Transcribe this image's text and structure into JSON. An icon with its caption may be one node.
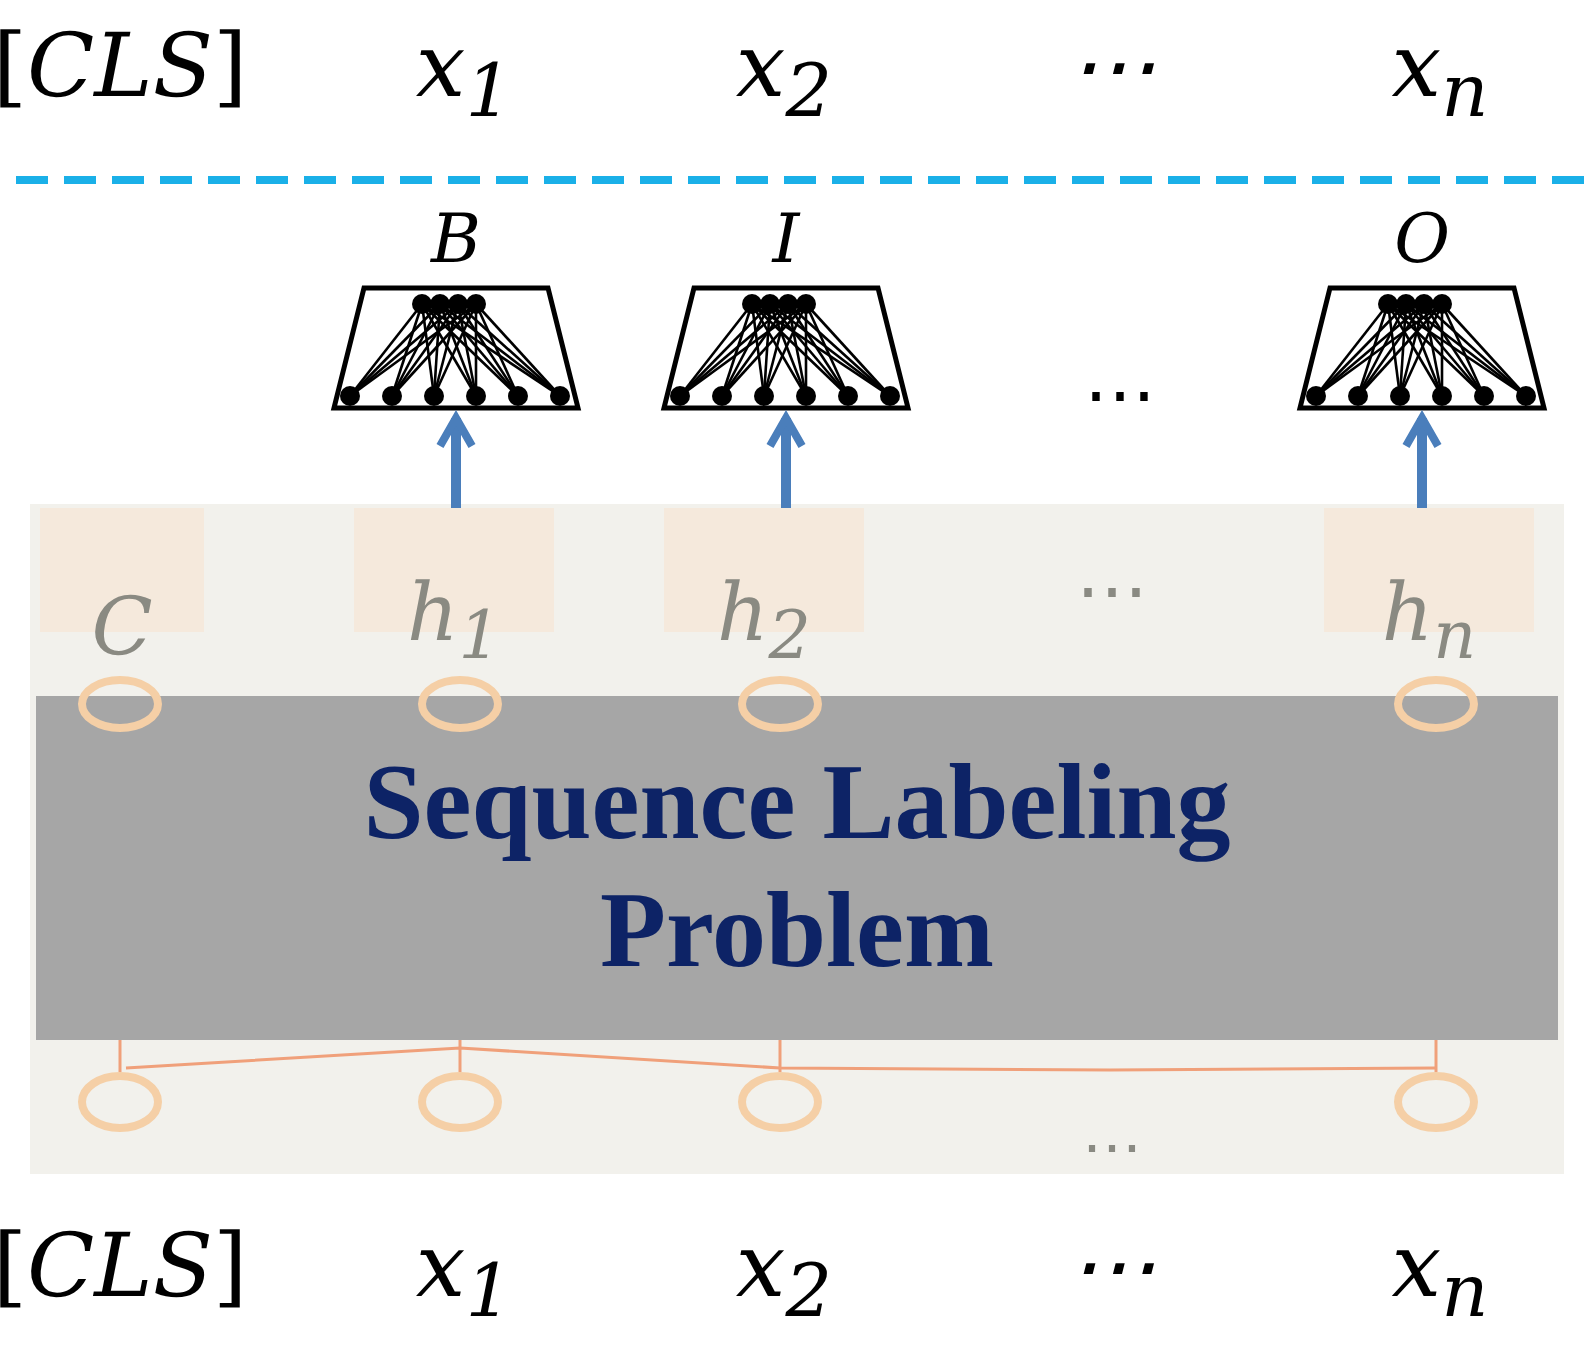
{
  "diagram": {
    "nodes": [
      {
        "text": [
          "B"
        ]
      },
      {
        "text": [
          "I"
        ]
      },
      {
        "text": [
          "O"
        ]
      },
      {
        "text": [],
        "shape": "box"
      },
      {
        "text": [
          "C"
        ],
        "in": 3
      },
      {
        "text": [
          "h$_{1}$"
        ],
        "in": 3
      },
      {
        "text": [
          "h$_{2}$"
        ],
        "in": 3
      },
      {
        "text": [
          "h$_{n}$"
        ],
        "in": 3
      },
      {
        "text": [
          "Sequence Labeling Problem"
        ],
        "in": 3
      }
    ],
    "edges": [
      {
        "from": 5,
        "to": 0,
        "arrow": "to"
      },
      {
        "from": 6,
        "to": 1,
        "arrow": "to"
      },
      {
        "from": 7,
        "to": 2,
        "arrow": "to"
      }
    ],
    "labels": [
      "[*CLS*]",
      "x$_{1}$",
      "x$_{2}$",
      "⋯",
      "x$_{n}$",
      "⋯",
      "⋯",
      "⋯",
      "[*CLS*]",
      "x$_{1}$",
      "x$_{2}$",
      "⋯",
      "x$_{n}$"
    ]
  }
}
